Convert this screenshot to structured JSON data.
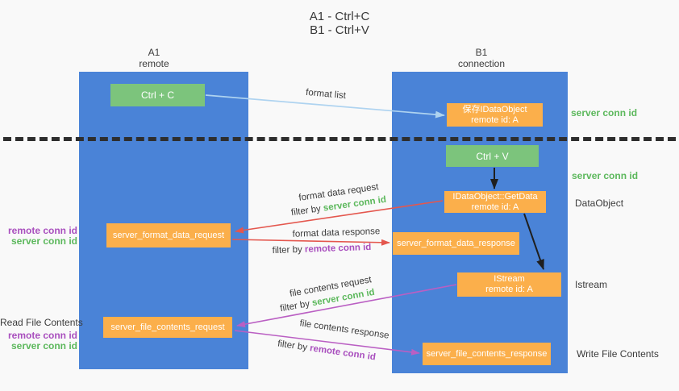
{
  "title": {
    "line1": "A1 - Ctrl+C",
    "line2": "B1 - Ctrl+V"
  },
  "lanes": {
    "left": {
      "name": "A1",
      "role": "remote"
    },
    "right": {
      "name": "B1",
      "role": "connection"
    }
  },
  "nodes": {
    "ctrl_c": {
      "label": "Ctrl + C"
    },
    "ctrl_v": {
      "label": "Ctrl + V"
    },
    "save_idataobject": {
      "line1": "保存IDataObject",
      "line2": "remote id: A"
    },
    "getdata": {
      "line1": "IDataObject::GetData",
      "line2": "remote id: A"
    },
    "istream": {
      "line1": "IStream",
      "line2": "remote id: A"
    },
    "format_request": {
      "label": "server_format_data_request"
    },
    "format_response": {
      "label": "server_format_data_response"
    },
    "file_request": {
      "label": "server_file_contents_request"
    },
    "file_response": {
      "label": "server_file_contents_response"
    }
  },
  "flows": {
    "format_list": {
      "label": "format list"
    },
    "format_data_request": {
      "label": "format data request",
      "filter_prefix": "filter by ",
      "filter_key": "server conn id"
    },
    "format_data_response": {
      "label": "format data response",
      "filter_prefix": "filter by ",
      "filter_key": "remote conn id"
    },
    "file_contents_request": {
      "label": "file contents request",
      "filter_prefix": "filter by ",
      "filter_key": "server conn id"
    },
    "file_contents_response": {
      "label": "file contents response",
      "filter_prefix": "filter by ",
      "filter_key": "remote conn id"
    }
  },
  "side_labels": {
    "right_server_conn_id_1": "server conn id",
    "right_server_conn_id_2": "server conn id",
    "dataobject": "DataObject",
    "istream": "Istream",
    "write_file_contents": "Write File Contents",
    "left_remote_conn_id_1": "remote conn id",
    "left_server_conn_id_1": "server conn id",
    "read_file_contents": "Read File Contents",
    "left_remote_conn_id_2": "remote conn id",
    "left_server_conn_id_2": "server conn id"
  },
  "colors": {
    "lane_blue": "#4A83D7",
    "node_orange": "#FBAF4B",
    "node_green": "#7CC47C",
    "arrow_pale_blue": "#AED3F0",
    "arrow_red": "#E4574E",
    "arrow_magenta": "#BA5FC3",
    "arrow_black": "#1F1F1F",
    "text_green": "#5CB85C",
    "text_purple": "#A94FBE",
    "text_dark": "#3B3B3B",
    "background": "#F9F9F9",
    "dash": "#2E2E2E"
  }
}
